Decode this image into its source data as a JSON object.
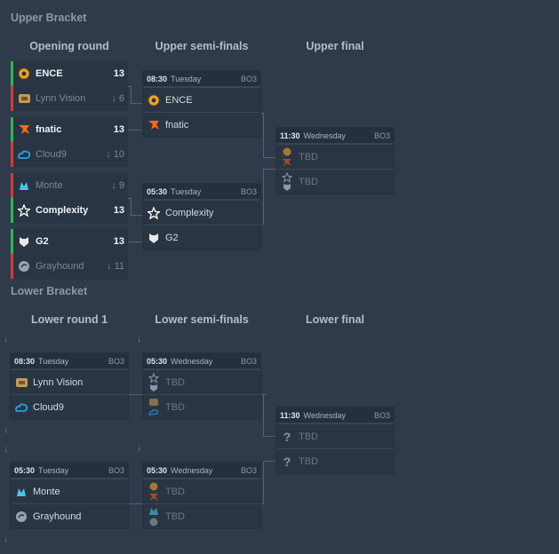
{
  "upper": {
    "title": "Upper Bracket",
    "cols": [
      "Opening round",
      "Upper semi-finals",
      "Upper final"
    ],
    "opening": [
      {
        "team": "ENCE",
        "score": "13",
        "result": "win",
        "icon": "ence-logo-icon"
      },
      {
        "team": "Lynn Vision",
        "score": "6",
        "result": "loss",
        "icon": "lynn-vision-logo-icon"
      },
      {
        "team": "fnatic",
        "score": "13",
        "result": "win",
        "icon": "fnatic-logo-icon"
      },
      {
        "team": "Cloud9",
        "score": "10",
        "result": "loss",
        "icon": "cloud9-logo-icon"
      },
      {
        "team": "Monte",
        "score": "9",
        "result": "loss",
        "icon": "monte-logo-icon"
      },
      {
        "team": "Complexity",
        "score": "13",
        "result": "win",
        "icon": "complexity-logo-icon"
      },
      {
        "team": "G2",
        "score": "13",
        "result": "win",
        "icon": "g2-logo-icon"
      },
      {
        "team": "Grayhound",
        "score": "11",
        "result": "loss",
        "icon": "grayhound-logo-icon"
      }
    ],
    "semi1": {
      "time": "08:30",
      "day": "Tuesday",
      "format": "BO3",
      "t1": "ENCE",
      "t2": "fnatic"
    },
    "semi2": {
      "time": "05:30",
      "day": "Tuesday",
      "format": "BO3",
      "t1": "Complexity",
      "t2": "G2"
    },
    "final": {
      "time": "11:30",
      "day": "Wednesday",
      "format": "BO3",
      "t1": "TBD",
      "t2": "TBD"
    }
  },
  "lower": {
    "title": "Lower Bracket",
    "cols": [
      "Lower round 1",
      "Lower semi-finals",
      "Lower final"
    ],
    "r1a": {
      "time": "08:30",
      "day": "Tuesday",
      "format": "BO3",
      "t1": "Lynn Vision",
      "t2": "Cloud9"
    },
    "r1b": {
      "time": "05:30",
      "day": "Tuesday",
      "format": "BO3",
      "t1": "Monte",
      "t2": "Grayhound"
    },
    "semi1": {
      "time": "05:30",
      "day": "Wednesday",
      "format": "BO3",
      "t1": "TBD",
      "t2": "TBD"
    },
    "semi2": {
      "time": "05:30",
      "day": "Wednesday",
      "format": "BO3",
      "t1": "TBD",
      "t2": "TBD"
    },
    "final": {
      "time": "11:30",
      "day": "Wednesday",
      "format": "BO3",
      "t1": "TBD",
      "t2": "TBD"
    }
  },
  "colors": {
    "win": "#2eb84b",
    "loss": "#d43a3a",
    "bg": "#2f3b4a"
  }
}
